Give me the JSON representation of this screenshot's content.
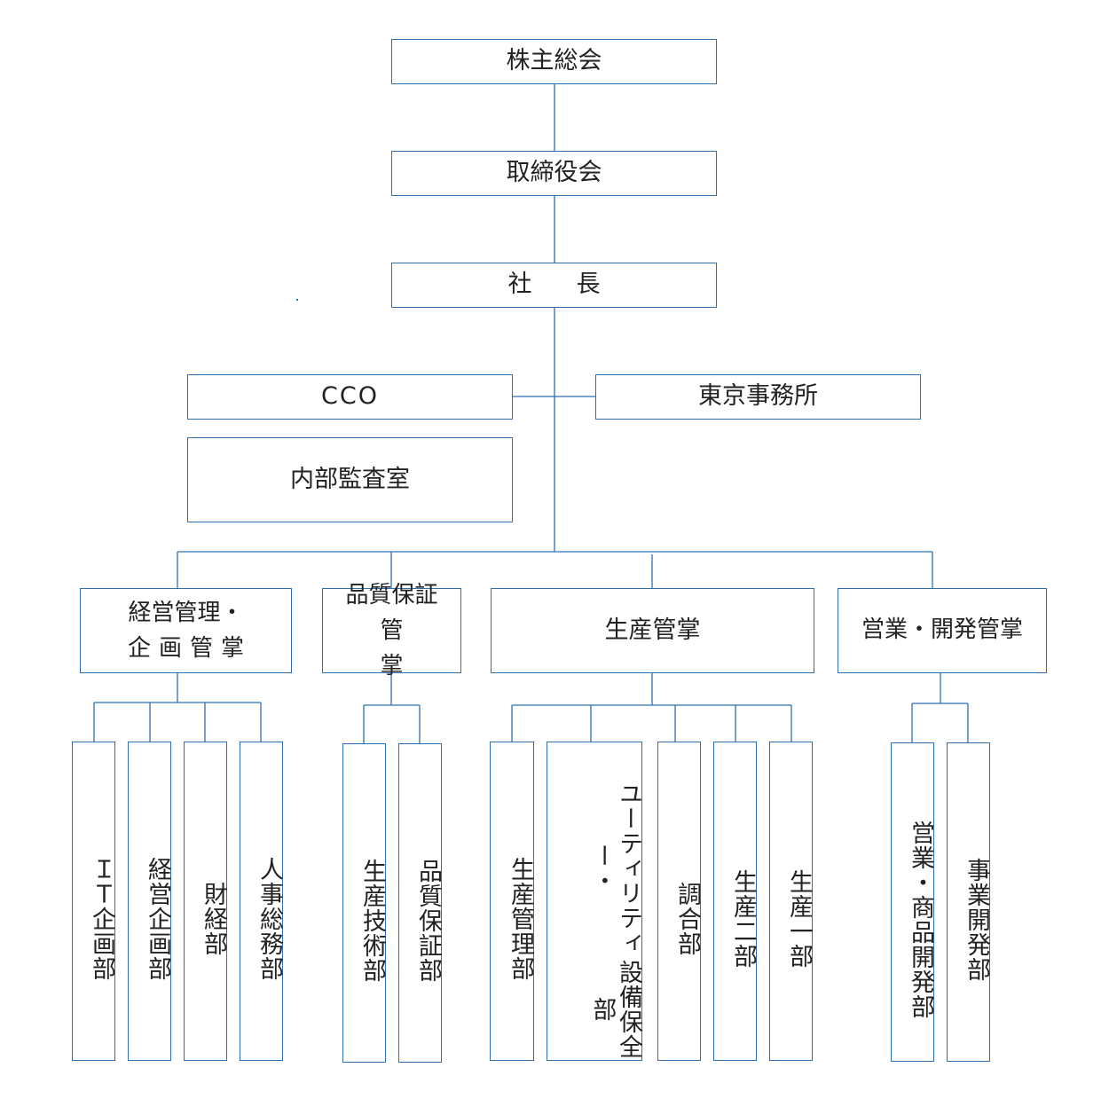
{
  "top": {
    "shareholders": "株主総会",
    "board": "取締役会",
    "president_a": "社",
    "president_b": "長"
  },
  "staff": {
    "cco": "CCO",
    "tokyo_office": "東京事務所",
    "internal_audit": "内部監査室"
  },
  "divisions": {
    "management": {
      "line1": "経営管理・",
      "line2": "企画管掌"
    },
    "quality": {
      "line1": "品質保証",
      "line2_a": "管",
      "line2_b": "掌"
    },
    "production": "生産管掌",
    "sales": "営業・開発管掌"
  },
  "departments": {
    "management": [
      "ＩＴ企画部",
      "経営企画部",
      "財経部",
      "人事総務部"
    ],
    "quality": [
      "生産技術部",
      "品質保証部"
    ],
    "production": {
      "production_mgmt": "生産管理部",
      "utility_col1": "ユーティリティー・",
      "utility_col2": "設備保全部",
      "blending": "調合部",
      "production2": "生産二部",
      "production1": "生産一部"
    },
    "sales": [
      "営業・商品開発部",
      "事業開発部"
    ]
  },
  "colors": {
    "line": "#2f6fb3",
    "text": "#222222",
    "background": "#ffffff"
  }
}
